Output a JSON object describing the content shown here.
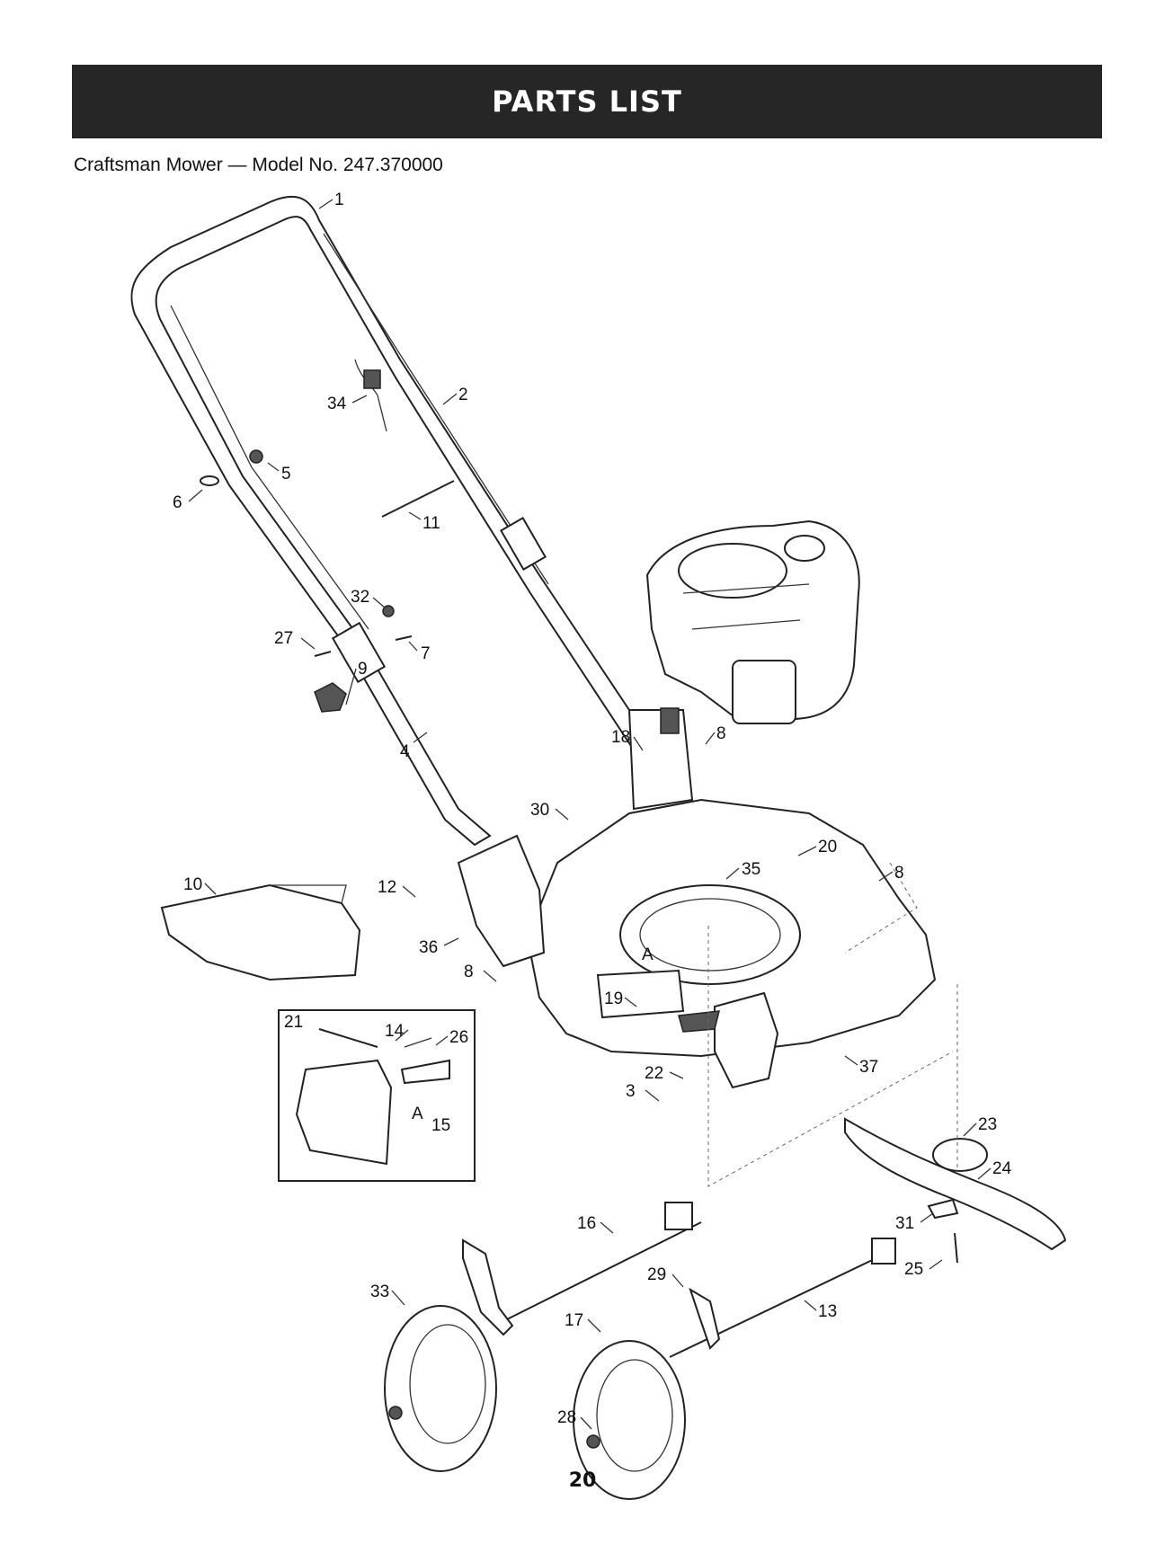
{
  "header": {
    "title": "PARTS LIST"
  },
  "subtitle": "Craftsman Mower — Model No. 247.370000",
  "callouts": [
    "1",
    "2",
    "4",
    "5",
    "6",
    "11",
    "34",
    "32",
    "27",
    "7",
    "9",
    "18",
    "8",
    "30",
    "20",
    "35",
    "8",
    "10",
    "12",
    "36",
    "8",
    "19",
    "A",
    "21",
    "14",
    "26",
    "A",
    "15",
    "37",
    "22",
    "3",
    "23",
    "24",
    "16",
    "31",
    "25",
    "29",
    "13",
    "33",
    "17",
    "28"
  ],
  "page_number": "20"
}
